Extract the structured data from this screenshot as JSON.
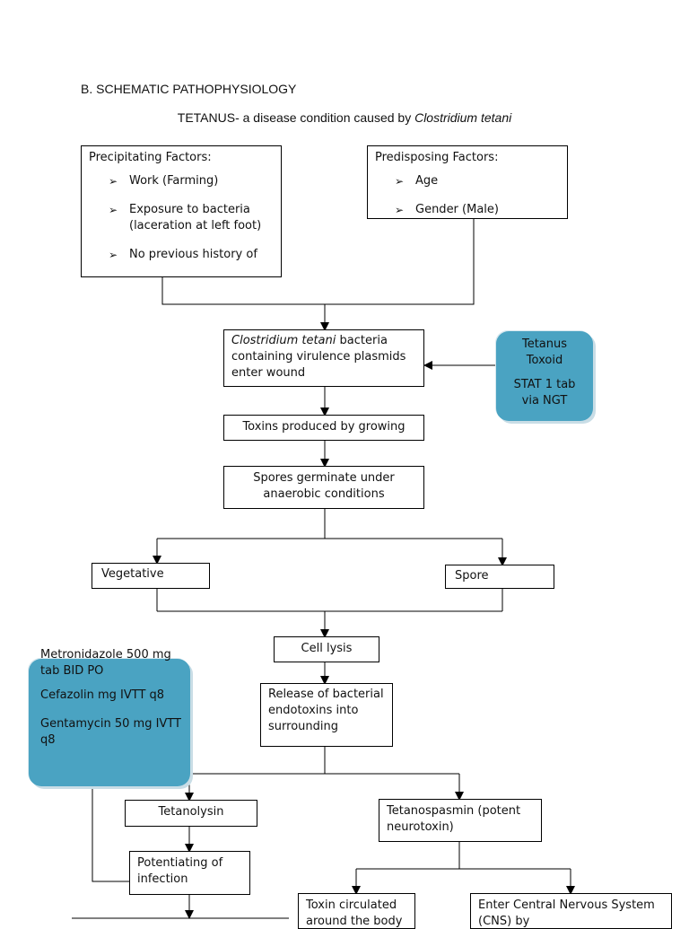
{
  "heading": "B. SCHEMATIC PATHOPHYSIOLOGY",
  "title": {
    "text": "TETANUS- a disease condition caused by ",
    "organism": "Clostridium tetani"
  },
  "precipitating": {
    "title": "Precipitating Factors:",
    "items": [
      "Work (Farming)",
      "Exposure to bacteria (laceration at left foot)",
      "No previous history of"
    ]
  },
  "predisposing": {
    "title": "Predisposing Factors:",
    "items": [
      "Age",
      "Gender (Male)"
    ]
  },
  "bullet_symbol": "➢",
  "nodes": {
    "entry_organism": "Clostridium tetani",
    "entry_rest": " bacteria containing virulence plasmids enter wound",
    "toxins": "Toxins produced by growing",
    "spores": "Spores germinate under anaerobic conditions",
    "vegetative": "Vegetative",
    "spore": "Spore",
    "cell_lysis": "Cell lysis",
    "release": "Release of bacterial endotoxins into surrounding",
    "tetanolysin": "Tetanolysin",
    "tetanospasmin": "Tetanospasmin (potent neurotoxin)",
    "potentiating": "Potentiating of infection",
    "toxin_circulated": "Toxin circulated around the body",
    "enter_cns": "Enter Central Nervous System (CNS) by"
  },
  "tetanus_toxoid": {
    "line1": "Tetanus Toxoid",
    "line2": "STAT 1 tab via NGT"
  },
  "medications": {
    "line1": "Metronidazole 500 mg tab BID PO",
    "line2": "Cefazolin   mg IVTT q8",
    "line3": "Gentamycin 50 mg IVTT q8"
  }
}
